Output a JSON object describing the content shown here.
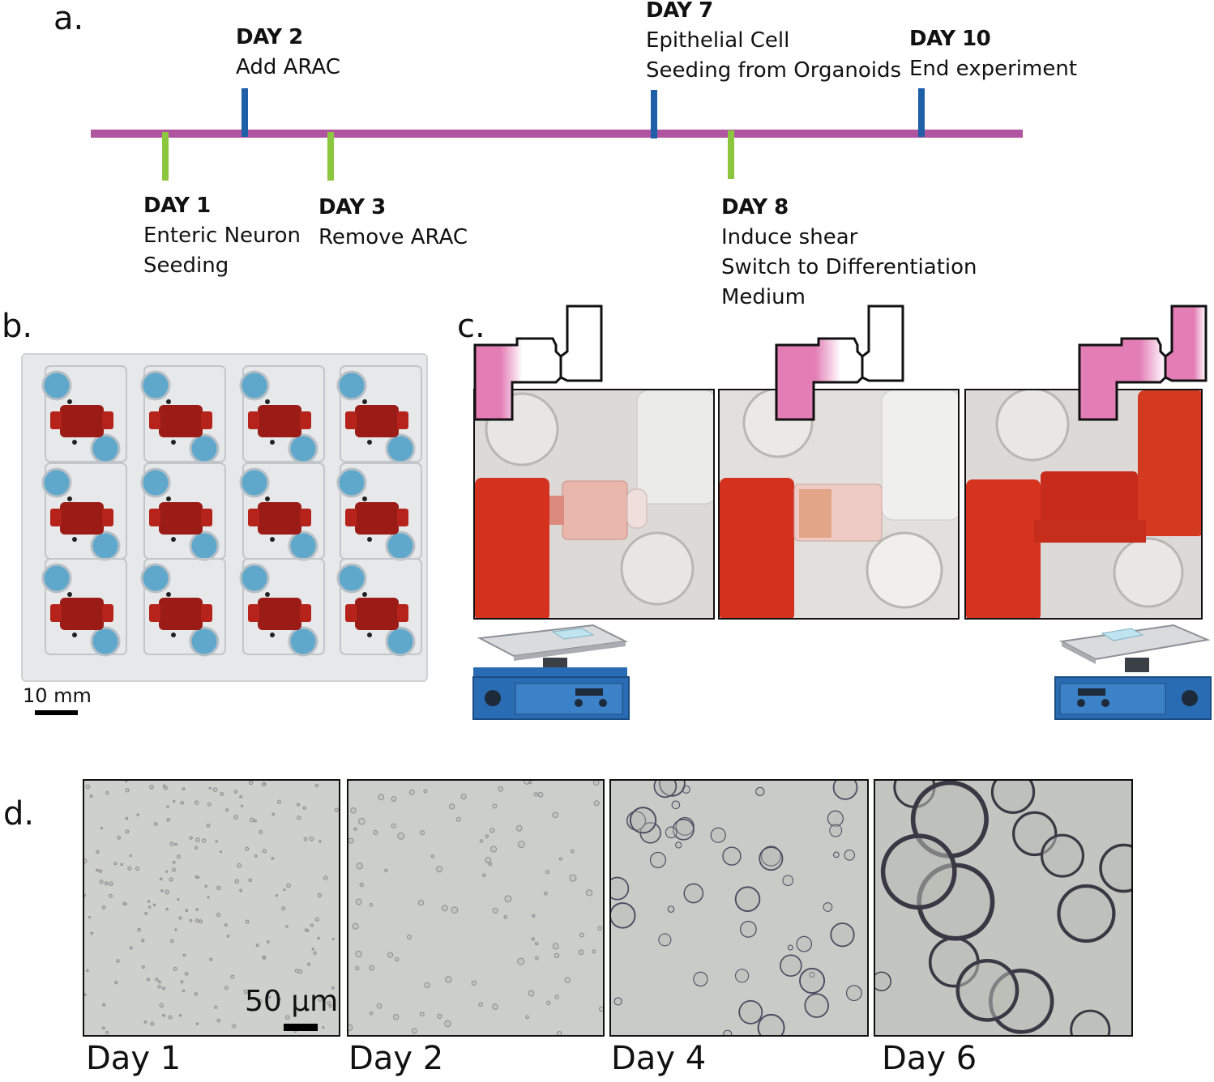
{
  "panels": {
    "a": "a.",
    "b": "b.",
    "c": "c.",
    "d": "d."
  },
  "timeline": {
    "line_color": "#b0559f",
    "events": [
      {
        "day": "DAY 1",
        "lines": [
          "Enteric Neuron",
          "Seeding"
        ],
        "side": "below",
        "tick_color": "#8cc63f"
      },
      {
        "day": "DAY 2",
        "lines": [
          "Add ARAC"
        ],
        "side": "above",
        "tick_color": "#1f5fa8"
      },
      {
        "day": "DAY 3",
        "lines": [
          "Remove ARAC"
        ],
        "side": "below",
        "tick_color": "#8cc63f"
      },
      {
        "day": "DAY 7",
        "lines": [
          "Epithelial Cell",
          "Seeding from Organoids"
        ],
        "side": "above",
        "tick_color": "#1f5fa8"
      },
      {
        "day": "DAY 8",
        "lines": [
          "Induce shear",
          "Switch to Differentiation",
          "Medium"
        ],
        "side": "below",
        "tick_color": "#8cc63f"
      },
      {
        "day": "DAY 10",
        "lines": [
          "End experiment"
        ],
        "side": "above",
        "tick_color": "#1f5fa8"
      }
    ]
  },
  "panel_b": {
    "scale_label": "10 mm"
  },
  "panel_d": {
    "scale_label": "50 μm",
    "captions": [
      "Day 1",
      "Day 2",
      "Day 4",
      "Day 6"
    ]
  },
  "colors": {
    "pink": "#e37db5",
    "medium_red": "#c8281c",
    "blue_well": "#5fa8cc",
    "shaker_blue": "#2a6cb3"
  }
}
